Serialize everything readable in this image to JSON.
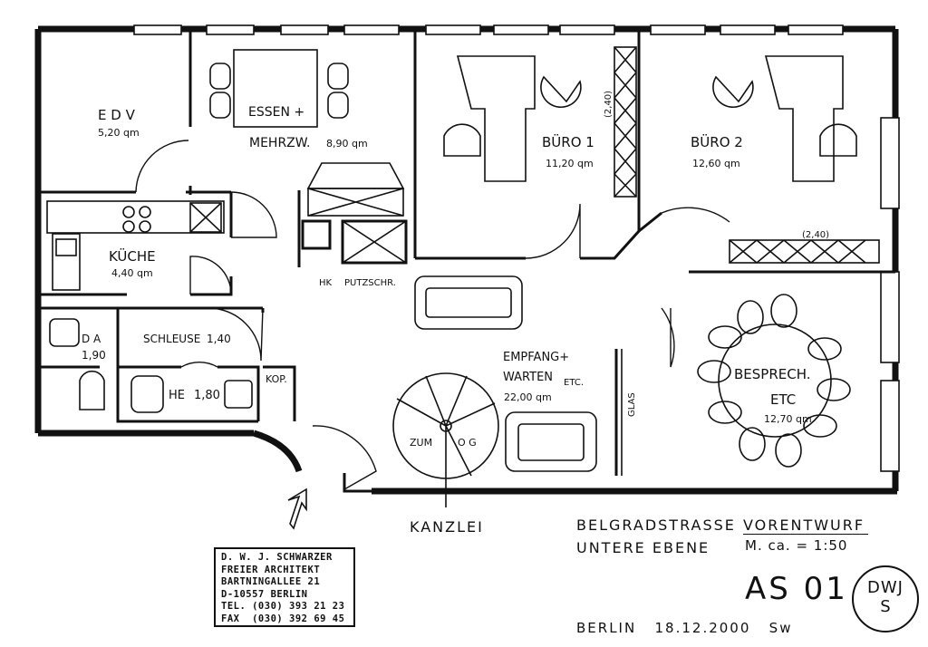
{
  "rooms": {
    "edv": {
      "name": "E D V",
      "area": "5,20 qm"
    },
    "essen": {
      "name": "ESSEN +",
      "name2": "MEHRZW.",
      "area": "8,90 qm"
    },
    "buero1": {
      "name": "BÜRO 1",
      "area": "11,20 qm"
    },
    "buero2": {
      "name": "BÜRO 2",
      "area": "12,60 qm"
    },
    "kueche": {
      "name": "KÜCHE",
      "area": "4,40 qm"
    },
    "da": {
      "name": "D A",
      "area": "1,90"
    },
    "schleuse": {
      "name": "SCHLEUSE",
      "area": "1,40"
    },
    "he": {
      "name": "HE",
      "area": "1,80"
    },
    "kop": {
      "name": "KOP."
    },
    "empfang": {
      "name": "EMPFANG+",
      "name2": "WARTEN",
      "suffix": "ETC.",
      "area": "22,00 qm"
    },
    "besprech": {
      "name": "BESPRECH.",
      "name2": "ETC",
      "area": "12,70 qm"
    }
  },
  "labels": {
    "hk": "HK",
    "putzschr": "PUTZSCHR.",
    "dim1": "(2,40)",
    "dim2": "(2,40)",
    "glas": "GLAS",
    "zum": "ZUM",
    "og": "O G"
  },
  "title": {
    "kanzlei": "KANZLEI",
    "street": "BELGRADSTRASSE",
    "level": "UNTERE EBENE",
    "phase": "VORENTWURF",
    "scale": "M. ca. = 1:50",
    "sheet": "AS 01",
    "date_line": "BERLIN   18.12.2000   Sw",
    "logo_top": "DWJ",
    "logo_bottom": "S"
  },
  "stamp": {
    "line1": "D. W. J. SCHWARZER",
    "line2": "FREIER ARCHITEKT",
    "line3": "BARTNINGALLEE 21",
    "line4": "D-10557 BERLIN",
    "line5": "TEL. (030) 393 21 23",
    "line6": "FAX  (030) 392 69 45"
  }
}
